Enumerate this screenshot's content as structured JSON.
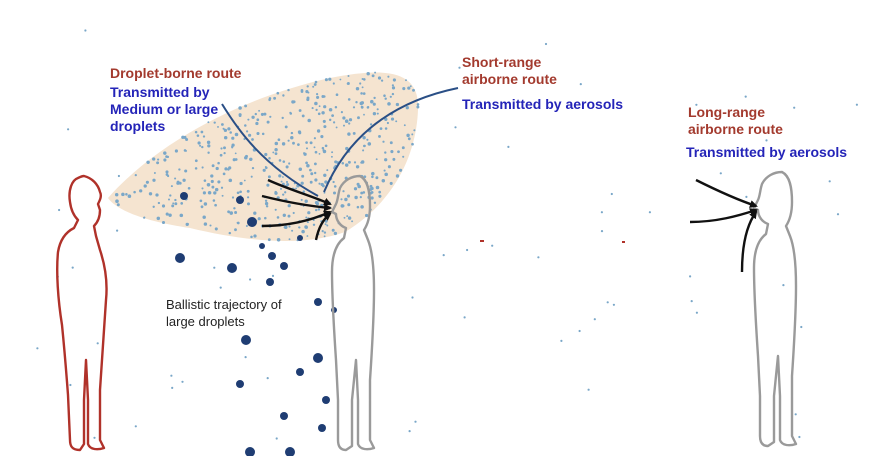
{
  "colors": {
    "route_title": "#a33a2e",
    "transmission": "#2424b8",
    "source_person": "#b0322a",
    "receiver_person": "#9a9a9a",
    "cloud": "#f5e4d0",
    "aerosol": "#7aa7c8",
    "large_droplet": "#1f3d73",
    "arrow": "#111111",
    "curve": "#2a4f86"
  },
  "labels": {
    "droplet_route": "Droplet-borne route",
    "droplet_transmission": [
      "Transmitted by",
      "Medium or large",
      "droplets"
    ],
    "short_range_route": [
      "Short-range",
      "airborne route"
    ],
    "short_range_transmission": "Transmitted by aerosols",
    "long_range_route": [
      "Long-range",
      "airborne route"
    ],
    "long_range_transmission": "Transmitted by aerosols",
    "ballistic": [
      "Ballistic trajectory of",
      "large droplets"
    ]
  },
  "figures": {
    "source": "infected-person",
    "receiver_near": "exposed-person-near",
    "receiver_far": "exposed-person-far"
  }
}
